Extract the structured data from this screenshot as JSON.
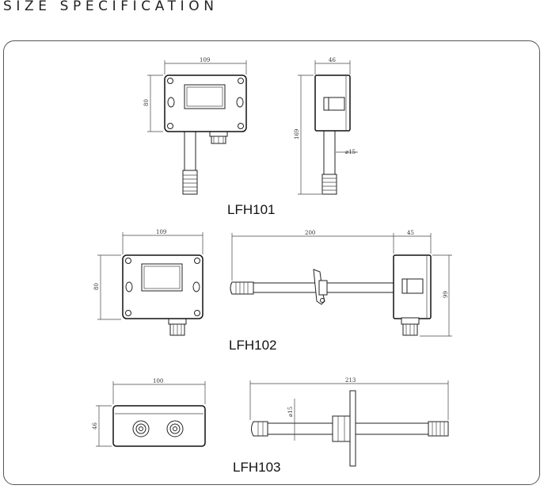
{
  "heading": "SIZE SPECIFICATION",
  "models": [
    {
      "label": "LFH101",
      "dims": {
        "width": "109",
        "height": "80",
        "depth": "46",
        "length": "169",
        "probe": "⌀15"
      }
    },
    {
      "label": "LFH102",
      "dims": {
        "width": "109",
        "height": "80",
        "length": "200",
        "depth": "45",
        "side_height": "99"
      }
    },
    {
      "label": "LFH103",
      "dims": {
        "width": "100",
        "height": "46",
        "length": "213",
        "probe": "⌀15"
      }
    }
  ]
}
